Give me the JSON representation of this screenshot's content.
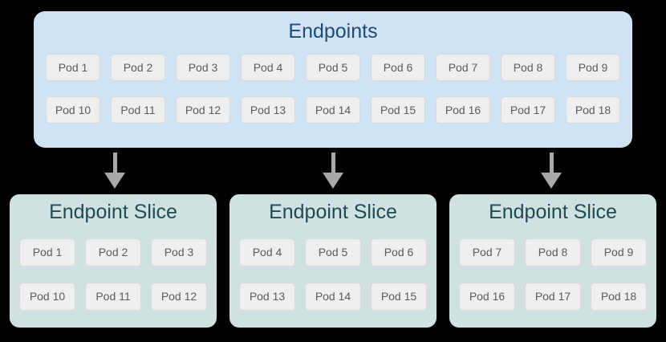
{
  "colors": {
    "canvas_background": "#000000",
    "endpoints_fill": "#cfe3f5",
    "endpoints_title": "#1d4b76",
    "slice_fill": "#cfe1e1",
    "slice_title": "#214c52",
    "pod_fill": "#efefef",
    "pod_border": "#d9d9d9",
    "pod_text": "#595c5e",
    "arrow": "#a9a9a9"
  },
  "endpoints": {
    "title": "Endpoints",
    "pod_rows": [
      [
        "Pod 1",
        "Pod 2",
        "Pod 3",
        "Pod 4",
        "Pod 5",
        "Pod 6",
        "Pod 7",
        "Pod 8",
        "Pod 9"
      ],
      [
        "Pod 10",
        "Pod 11",
        "Pod 12",
        "Pod 13",
        "Pod 14",
        "Pod 15",
        "Pod 16",
        "Pod 17",
        "Pod 18"
      ]
    ]
  },
  "slices": [
    {
      "title": "Endpoint Slice",
      "pod_rows": [
        [
          "Pod 1",
          "Pod 2",
          "Pod 3"
        ],
        [
          "Pod 10",
          "Pod 11",
          "Pod 12"
        ]
      ]
    },
    {
      "title": "Endpoint Slice",
      "pod_rows": [
        [
          "Pod 4",
          "Pod 5",
          "Pod 6"
        ],
        [
          "Pod 13",
          "Pod 14",
          "Pod 15"
        ]
      ]
    },
    {
      "title": "Endpoint Slice",
      "pod_rows": [
        [
          "Pod 7",
          "Pod 8",
          "Pod 9"
        ],
        [
          "Pod 16",
          "Pod 17",
          "Pod 18"
        ]
      ]
    }
  ]
}
